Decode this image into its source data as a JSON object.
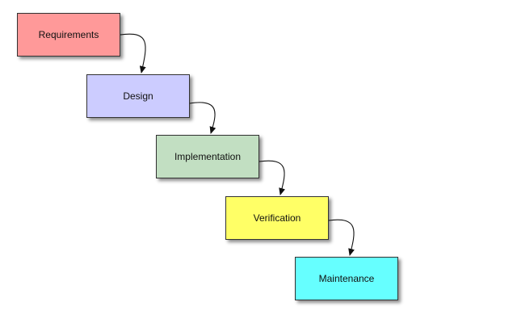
{
  "diagram": {
    "stages": [
      {
        "label": "Requirements",
        "color": "#ff9999"
      },
      {
        "label": "Design",
        "color": "#ccccff"
      },
      {
        "label": "Implementation",
        "color": "#c2dfc2"
      },
      {
        "label": "Verification",
        "color": "#ffff66"
      },
      {
        "label": "Maintenance",
        "color": "#66ffff"
      }
    ],
    "connectors": [
      {
        "from": "Requirements",
        "to": "Design"
      },
      {
        "from": "Design",
        "to": "Implementation"
      },
      {
        "from": "Implementation",
        "to": "Verification"
      },
      {
        "from": "Verification",
        "to": "Maintenance"
      }
    ]
  }
}
